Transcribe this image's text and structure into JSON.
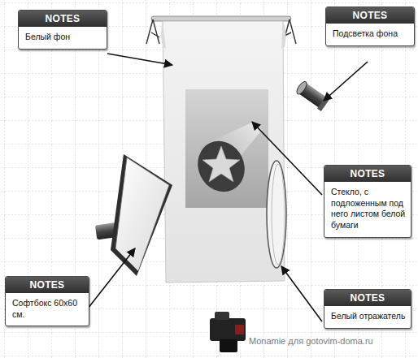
{
  "diagram": {
    "nodes": [
      {
        "text": [
          "NOTES",
          "Белый фон"
        ]
      },
      {
        "text": [
          "NOTES",
          "Подсветка фона"
        ]
      },
      {
        "text": [
          "NOTES",
          "Стекло, с подложенным под него листом белой бумаги"
        ]
      },
      {
        "text": [
          "NOTES",
          "Софтбокс 60х60 см."
        ]
      },
      {
        "text": [
          "NOTES",
          "Белый отражатель"
        ]
      }
    ],
    "labels": [
      "Monamie для gotovim-doma.ru"
    ]
  }
}
